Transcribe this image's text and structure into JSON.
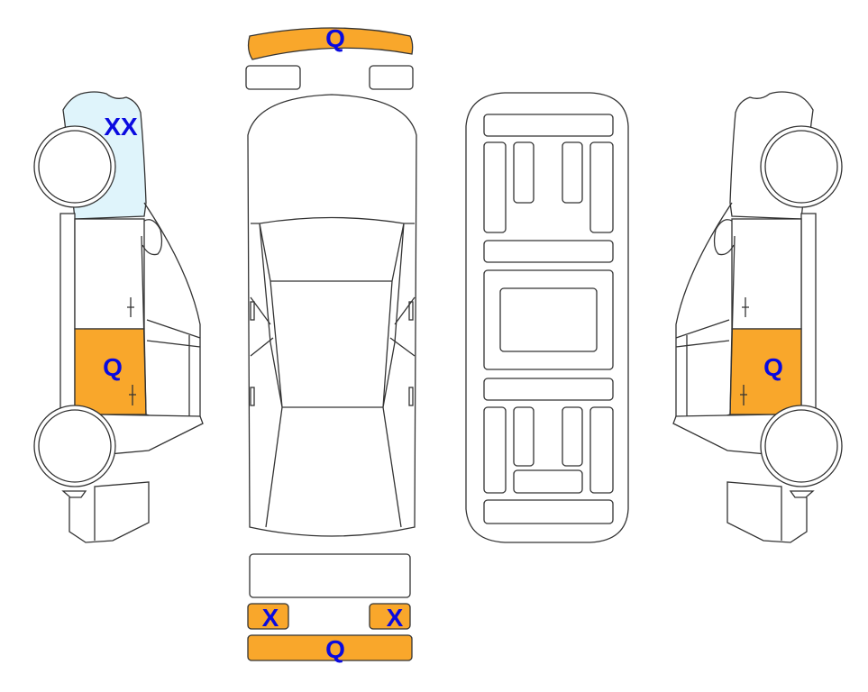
{
  "colors": {
    "damage_orange": "#F9A72B",
    "damage_blue": "#DFF4FB",
    "label": "#0A0AE0"
  },
  "marks": {
    "left_front_fender": "XX",
    "left_rear_door": "Q",
    "right_rear_door": "Q",
    "front_bumper": "Q",
    "rear_left_light": "X",
    "rear_right_light": "X",
    "rear_bumper": "Q"
  }
}
